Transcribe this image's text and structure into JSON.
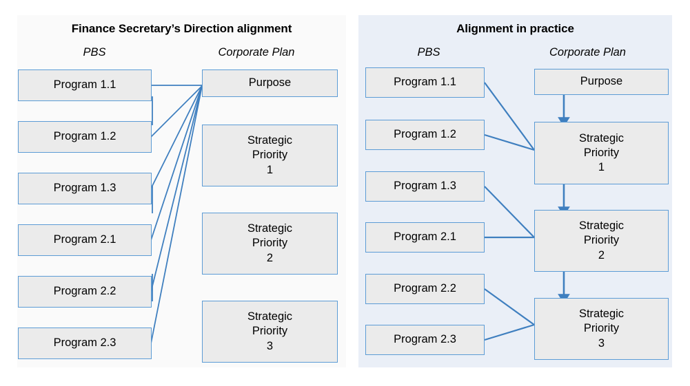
{
  "diagram": {
    "panels": [
      {
        "id": "finance-secretary-direction",
        "title": "Finance Secretary’s Direction alignment",
        "columns": {
          "left_label": "PBS",
          "right_label": "Corporate Plan"
        },
        "pbs_nodes": [
          "Program 1.1",
          "Program 1.2",
          "Program 1.3",
          "Program 2.1",
          "Program 2.2",
          "Program 2.3"
        ],
        "corporate_nodes": [
          "Purpose",
          "Strategic\nPriority\n1",
          "Strategic\nPriority\n2",
          "Strategic\nPriority\n3"
        ],
        "vertical_links": [
          {
            "from": "Purpose",
            "to": "Strategic Priority 1",
            "arrow": false
          },
          {
            "from": "Strategic Priority 1",
            "to": "Strategic Priority 2",
            "arrow": false
          },
          {
            "from": "Strategic Priority 2",
            "to": "Strategic Priority 3",
            "arrow": false
          }
        ],
        "cross_links": [
          {
            "from": "Program 1.1",
            "to": "Purpose",
            "arrow": false
          },
          {
            "from": "Program 1.2",
            "to": "Purpose",
            "arrow": false
          },
          {
            "from": "Program 1.3",
            "to": "Purpose",
            "arrow": false
          },
          {
            "from": "Program 2.1",
            "to": "Purpose",
            "arrow": false
          },
          {
            "from": "Program 2.2",
            "to": "Purpose",
            "arrow": false
          },
          {
            "from": "Program 2.3",
            "to": "Purpose",
            "arrow": false
          }
        ]
      },
      {
        "id": "alignment-in-practice",
        "title": "Alignment in practice",
        "columns": {
          "left_label": "PBS",
          "right_label": "Corporate Plan"
        },
        "pbs_nodes": [
          "Program 1.1",
          "Program 1.2",
          "Program 1.3",
          "Program 2.1",
          "Program 2.2",
          "Program 2.3"
        ],
        "corporate_nodes": [
          "Purpose",
          "Strategic\nPriority\n1",
          "Strategic\nPriority\n2",
          "Strategic\nPriority\n3"
        ],
        "vertical_links": [
          {
            "from": "Purpose",
            "to": "Strategic Priority 1",
            "arrow": true
          },
          {
            "from": "Strategic Priority 1",
            "to": "Strategic Priority 2",
            "arrow": true
          },
          {
            "from": "Strategic Priority 2",
            "to": "Strategic Priority 3",
            "arrow": true
          }
        ],
        "cross_links": [
          {
            "from": "Program 1.1",
            "to": "Strategic Priority 1",
            "arrow": false
          },
          {
            "from": "Program 1.2",
            "to": "Strategic Priority 1",
            "arrow": false
          },
          {
            "from": "Program 1.3",
            "to": "Strategic Priority 2",
            "arrow": false
          },
          {
            "from": "Program 2.1",
            "to": "Strategic Priority 2",
            "arrow": false
          },
          {
            "from": "Program 2.2",
            "to": "Strategic Priority 3",
            "arrow": false
          },
          {
            "from": "Program 2.3",
            "to": "Strategic Priority 3",
            "arrow": false
          }
        ]
      }
    ],
    "colors": {
      "node_fill": "#ebebeb",
      "node_border": "#5b9bd5",
      "connector": "#3f7fbf",
      "panel_left_bg": "#fafafa",
      "panel_right_bg": "#eaeff7",
      "text": "#000000"
    }
  }
}
